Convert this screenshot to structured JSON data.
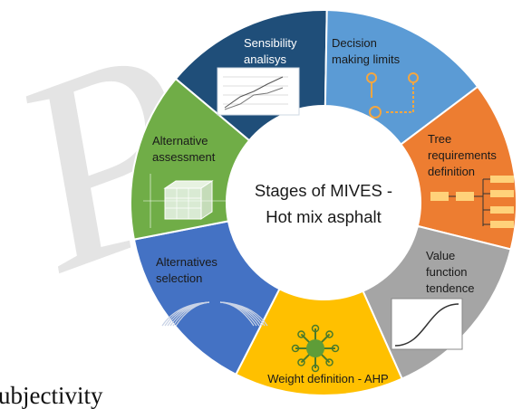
{
  "watermark": {
    "letters": "Pr",
    "color": "#d9d9d9"
  },
  "center": {
    "line1": "Stages of MIVES -",
    "line2": "Hot mix asphalt"
  },
  "segments": [
    {
      "id": "sensibility",
      "lines": [
        "Sensibility",
        "analisys"
      ],
      "color": "#1f4e79",
      "text_color": "#ffffff",
      "icon": "line-chart-icon"
    },
    {
      "id": "decision-limits",
      "lines": [
        "Decision",
        "making limits"
      ],
      "color": "#5b9bd5",
      "text_color": "#1a1a1a",
      "icon": "flow-arrows-icon"
    },
    {
      "id": "tree-requirements",
      "lines": [
        "Tree",
        "requirements",
        "definition"
      ],
      "color": "#ed7d31",
      "text_color": "#1a1a1a",
      "icon": "tree-diagram-icon"
    },
    {
      "id": "value-function",
      "lines": [
        "Value",
        "function",
        "tendence"
      ],
      "color": "#a5a5a5",
      "text_color": "#1a1a1a",
      "icon": "s-curve-icon"
    },
    {
      "id": "weight-definition",
      "lines": [
        "Weight definition - AHP"
      ],
      "color": "#ffc000",
      "text_color": "#1a1a1a",
      "icon": "hub-nodes-icon"
    },
    {
      "id": "alternatives-selection",
      "lines": [
        "Alternatives",
        "selection"
      ],
      "color": "#4472c4",
      "text_color": "#1a1a1a",
      "icon": "road-sections-icon"
    },
    {
      "id": "alternative-assessment",
      "lines": [
        "Alternative",
        "assessment"
      ],
      "color": "#70ad47",
      "text_color": "#1a1a1a",
      "icon": "cube-matrix-icon"
    }
  ],
  "bottom_text": "ubjectivity"
}
